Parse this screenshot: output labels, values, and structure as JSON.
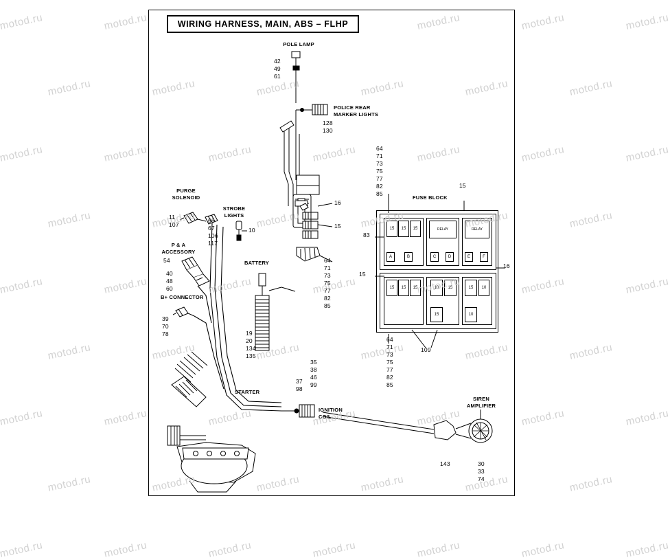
{
  "title": "WIRING HARNESS, MAIN, ABS – FLHP",
  "watermark": {
    "text": "motod.ru",
    "color": "#c9c9c9"
  },
  "labels": {
    "pole_lamp": "POLE LAMP",
    "police_rear_marker": "POLICE REAR\nMARKER LIGHTS",
    "purge_solenoid": "PURGE\nSOLENOID",
    "strobe_lights": "STROBE\nLIGHTS",
    "pa_accessory": "P & A\nACCESSORY",
    "b_connector": "B+ CONNECTOR",
    "battery": "BATTERY",
    "starter": "STARTER",
    "ignition_coil": "IGNITION\nCOIL",
    "siren_amplifier": "SIREN\nAMPLIFIER",
    "fuse_block": "FUSE BLOCK"
  },
  "callouts": {
    "pole_lamp_nums": "42\n49\n61",
    "marker_nums": "128\n130",
    "purge_left": "11\n107",
    "purge_mid": "66\n67\n106\n117",
    "strobe_num": "10",
    "pa_num": "54",
    "pa_nums": "40\n48\n60",
    "bconn_nums": "39\n70\n78",
    "battery_nums": "19\n20\n134\n135",
    "coil_left_nums": "37\n98",
    "coil_nums": "35\n38\n46\n99",
    "center_16": "16",
    "center_15": "15",
    "center_nums_upper": "64\n71\n73\n75\n77\n82\n85",
    "center_nums_lower": "64\n71\n73\n75\n77\n82\n85",
    "fuse_upper_nums": "64\n71\n73\n75\n77\n82\n85",
    "fuse_lower_nums": "64\n71\n73\n75\n77\n82\n85",
    "fuse_15_top": "15",
    "fuse_15_left": "15",
    "fuse_16_right": "16",
    "fuse_83": "83",
    "fuse_109": "109",
    "siren_num": "143",
    "siren_nums": "30\n33\n74"
  },
  "fuse_block": {
    "top_row_cells": [
      "15",
      "15",
      "15",
      "15",
      "15",
      "15"
    ],
    "relay_labels": [
      "RELAY",
      "RELAY"
    ],
    "letters": [
      "A",
      "B",
      "C",
      "D",
      "E",
      "F"
    ],
    "bottom_cells": [
      "10",
      "15",
      "15",
      "10",
      "15",
      "10"
    ]
  }
}
